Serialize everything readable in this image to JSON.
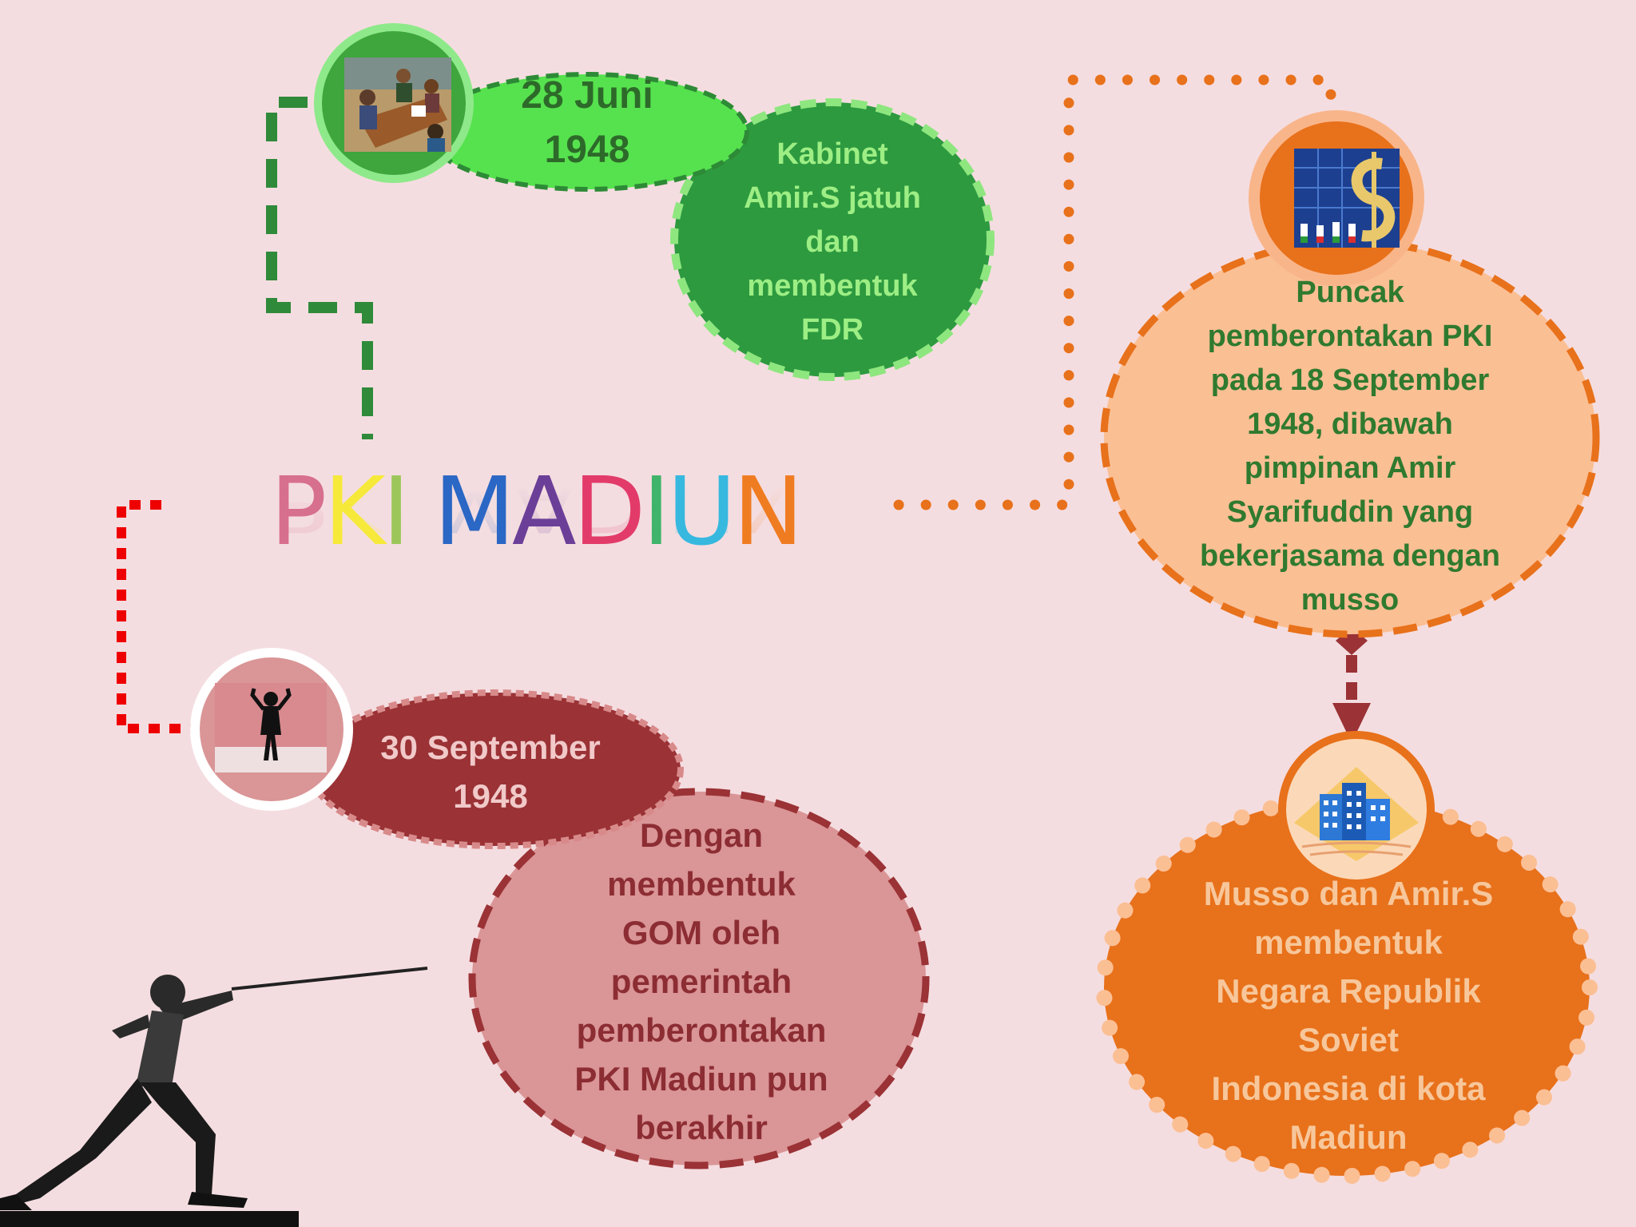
{
  "title": {
    "letters": [
      {
        "ch": "P",
        "color": "#d76f8e"
      },
      {
        "ch": "K",
        "color": "#f6e93a"
      },
      {
        "ch": "I",
        "color": "#9cc65a"
      },
      {
        "ch": " ",
        "color": "#000000"
      },
      {
        "ch": "M",
        "color": "#2b67c5"
      },
      {
        "ch": "A",
        "color": "#6b3f98"
      },
      {
        "ch": "D",
        "color": "#e23b6a"
      },
      {
        "ch": "I",
        "color": "#3fb46a"
      },
      {
        "ch": "U",
        "color": "#37b8df"
      },
      {
        "ch": "N",
        "color": "#ef7c21"
      }
    ]
  },
  "events": {
    "green": {
      "date": "28 Juni\n1948",
      "description": "Kabinet\nAmir.S jatuh\ndan\nmembentuk\nFDR",
      "icon": "office-meeting-icon"
    },
    "orange_top": {
      "description": "Puncak\npemberontakan PKI\npada 18 September\n1948, dibawah\npimpinan Amir\nSyarifuddin yang\nbekerjasama dengan\nmusso",
      "icon": "dollar-sign-icon"
    },
    "orange_bottom": {
      "description": "Musso dan Amir.S\nmembentuk\nNegara Republik\nSoviet\nIndonesia di kota\nMadiun",
      "icon": "buildings-icon"
    },
    "maroon": {
      "date": "30 September\n1948",
      "description": "Dengan\nmembentuk\nGOM oleh\npemerintah\npemberontakan\nPKI Madiun pun\nberakhir",
      "icon": "silhouette-person-icon"
    }
  },
  "decoration": {
    "icon": "fencer-icon"
  },
  "colors": {
    "background": "#f4dde0",
    "green_light": "#56e24e",
    "green_dark": "#2d9a3f",
    "green_connector": "#2f8a3a",
    "orange_light": "#fbbf94",
    "orange_dark": "#e8711b",
    "orange_text": "#f7c79b",
    "maroon": "#9a3236",
    "maroon_light": "#da9596",
    "red_connector": "#ee0000"
  }
}
